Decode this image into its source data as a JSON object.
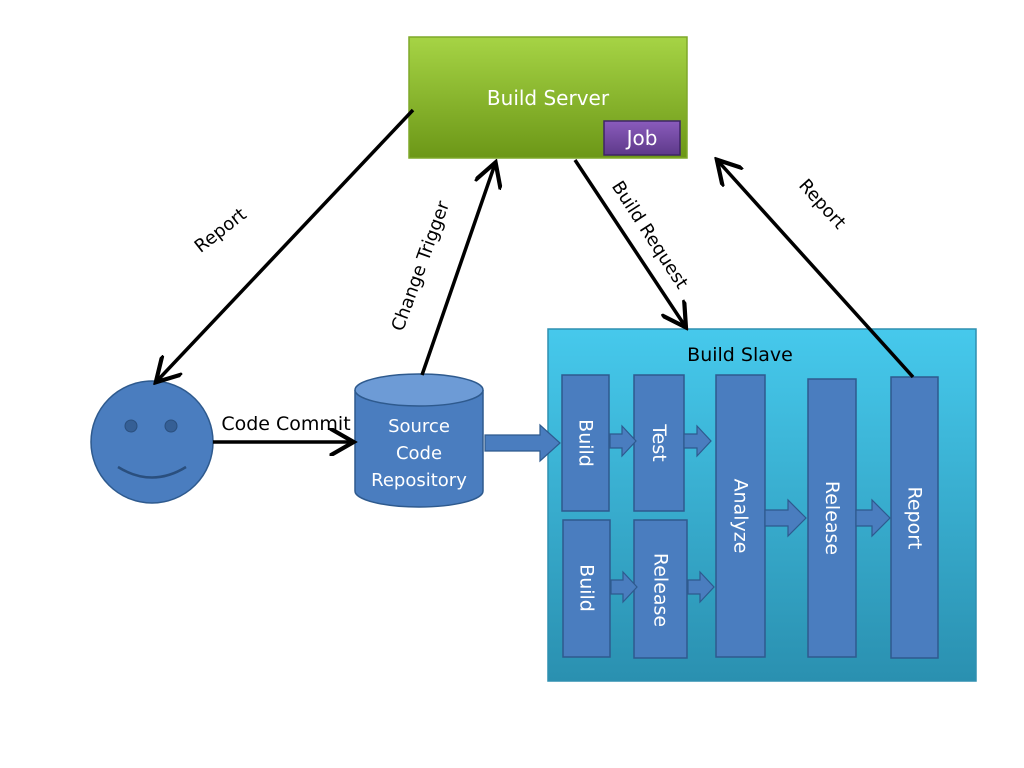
{
  "build_server": {
    "label": "Build Server",
    "job_label": "Job"
  },
  "actor": {
    "icon": "smiley-face-icon"
  },
  "repository": {
    "line1": "Source",
    "line2": "Code",
    "line3": "Repository"
  },
  "build_slave": {
    "label": "Build Slave",
    "stages": {
      "build_top": "Build",
      "test": "Test",
      "build_bottom": "Build",
      "release_bottom": "Release",
      "analyze": "Analyze",
      "release": "Release",
      "report": "Report"
    }
  },
  "edges": {
    "report_to_dev": "Report",
    "change_trigger": "Change  Trigger",
    "build_request": "Build Request",
    "report_to_server": "Report",
    "code_commit": "Code Commit"
  },
  "colors": {
    "server_top": "#9ccc3a",
    "server_bottom": "#6f9a19",
    "job": "#7a4fa8",
    "node_blue": "#4a7dbf",
    "slave_top": "#46c8ea",
    "slave_bottom": "#2a93b3"
  }
}
